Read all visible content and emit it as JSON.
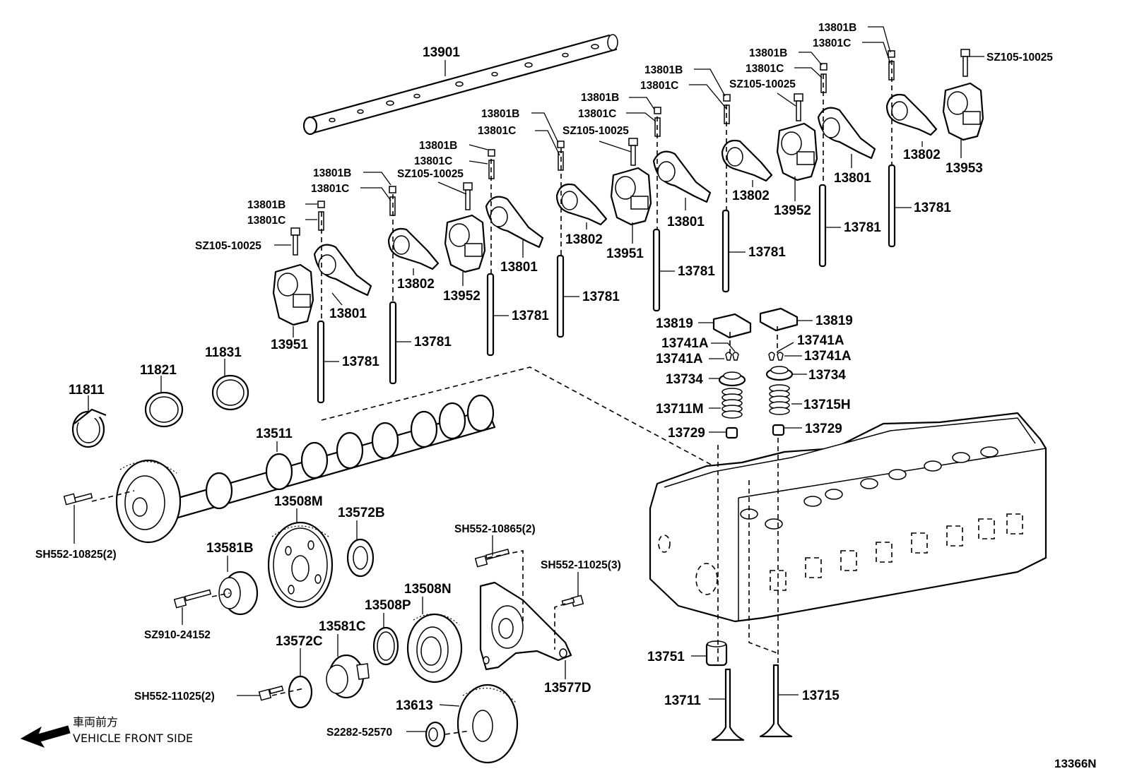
{
  "labels": [
    {
      "id": "l13901",
      "text": "13901"
    },
    {
      "id": "l13801B_1",
      "text": "13801B"
    },
    {
      "id": "l13801C_1",
      "text": "13801C"
    },
    {
      "id": "l13801B_2",
      "text": "13801B"
    },
    {
      "id": "l13801C_2",
      "text": "13801C"
    },
    {
      "id": "l13801B_3",
      "text": "13801B"
    },
    {
      "id": "l13801C_3",
      "text": "13801C"
    },
    {
      "id": "l13801B_4",
      "text": "13801B"
    },
    {
      "id": "l13801C_4",
      "text": "13801C"
    },
    {
      "id": "l13801B_5",
      "text": "13801B"
    },
    {
      "id": "l13801C_5",
      "text": "13801C"
    },
    {
      "id": "l13801B_6",
      "text": "13801B"
    },
    {
      "id": "l13801C_6",
      "text": "13801C"
    },
    {
      "id": "l13801B_7",
      "text": "13801B"
    },
    {
      "id": "l13801C_7",
      "text": "13801C"
    },
    {
      "id": "l13801B_8",
      "text": "13801B"
    },
    {
      "id": "l13801C_8",
      "text": "13801C"
    },
    {
      "id": "lSZ105_1",
      "text": "SZ105-10025"
    },
    {
      "id": "lSZ105_2",
      "text": "SZ105-10025"
    },
    {
      "id": "lSZ105_3",
      "text": "SZ105-10025"
    },
    {
      "id": "lSZ105_4",
      "text": "SZ105-10025"
    },
    {
      "id": "lSZ105_5",
      "text": "SZ105-10025"
    },
    {
      "id": "l13801_1",
      "text": "13801"
    },
    {
      "id": "l13801_2",
      "text": "13801"
    },
    {
      "id": "l13801_3",
      "text": "13801"
    },
    {
      "id": "l13801_4",
      "text": "13801"
    },
    {
      "id": "l13802_1",
      "text": "13802"
    },
    {
      "id": "l13802_2",
      "text": "13802"
    },
    {
      "id": "l13802_3",
      "text": "13802"
    },
    {
      "id": "l13802_4",
      "text": "13802"
    },
    {
      "id": "l13951_1",
      "text": "13951"
    },
    {
      "id": "l13951_2",
      "text": "13951"
    },
    {
      "id": "l13952_1",
      "text": "13952"
    },
    {
      "id": "l13952_2",
      "text": "13952"
    },
    {
      "id": "l13953",
      "text": "13953"
    },
    {
      "id": "l13781_1",
      "text": "13781"
    },
    {
      "id": "l13781_2",
      "text": "13781"
    },
    {
      "id": "l13781_3",
      "text": "13781"
    },
    {
      "id": "l13781_4",
      "text": "13781"
    },
    {
      "id": "l13781_5",
      "text": "13781"
    },
    {
      "id": "l13781_6",
      "text": "13781"
    },
    {
      "id": "l13781_7",
      "text": "13781"
    },
    {
      "id": "l13781_8",
      "text": "13781"
    },
    {
      "id": "l13819_1",
      "text": "13819"
    },
    {
      "id": "l13819_2",
      "text": "13819"
    },
    {
      "id": "l13741A_1",
      "text": "13741A"
    },
    {
      "id": "l13741A_2",
      "text": "13741A"
    },
    {
      "id": "l13741A_3",
      "text": "13741A"
    },
    {
      "id": "l13741A_4",
      "text": "13741A"
    },
    {
      "id": "l13734_1",
      "text": "13734"
    },
    {
      "id": "l13734_2",
      "text": "13734"
    },
    {
      "id": "l13711M",
      "text": "13711M"
    },
    {
      "id": "l13715H",
      "text": "13715H"
    },
    {
      "id": "l13729_1",
      "text": "13729"
    },
    {
      "id": "l13729_2",
      "text": "13729"
    },
    {
      "id": "l11811",
      "text": "11811"
    },
    {
      "id": "l11821",
      "text": "11821"
    },
    {
      "id": "l11831",
      "text": "11831"
    },
    {
      "id": "l13511",
      "text": "13511"
    },
    {
      "id": "l13508M",
      "text": "13508M"
    },
    {
      "id": "l13572B",
      "text": "13572B"
    },
    {
      "id": "lSH552_10825",
      "text": "SH552-10825(2)"
    },
    {
      "id": "l13581B",
      "text": "13581B"
    },
    {
      "id": "lSZ910",
      "text": "SZ910-24152"
    },
    {
      "id": "lSH552_10865",
      "text": "SH552-10865(2)"
    },
    {
      "id": "lSH552_11025_3",
      "text": "SH552-11025(3)"
    },
    {
      "id": "l13508N",
      "text": "13508N"
    },
    {
      "id": "l13508P",
      "text": "13508P"
    },
    {
      "id": "l13581C",
      "text": "13581C"
    },
    {
      "id": "l13572C",
      "text": "13572C"
    },
    {
      "id": "lSH552_11025_2",
      "text": "SH552-11025(2)"
    },
    {
      "id": "l13613",
      "text": "13613"
    },
    {
      "id": "lS2282",
      "text": "S2282-52570"
    },
    {
      "id": "l13577D",
      "text": "13577D"
    },
    {
      "id": "l13751",
      "text": "13751"
    },
    {
      "id": "l13711",
      "text": "13711"
    },
    {
      "id": "l13715",
      "text": "13715"
    }
  ],
  "direction_note": {
    "line1": "車両前方",
    "line2": "VEHICLE FRONT SIDE"
  },
  "figure_code": "13366N",
  "colors": {
    "ink": "#000000",
    "paper": "#ffffff"
  }
}
